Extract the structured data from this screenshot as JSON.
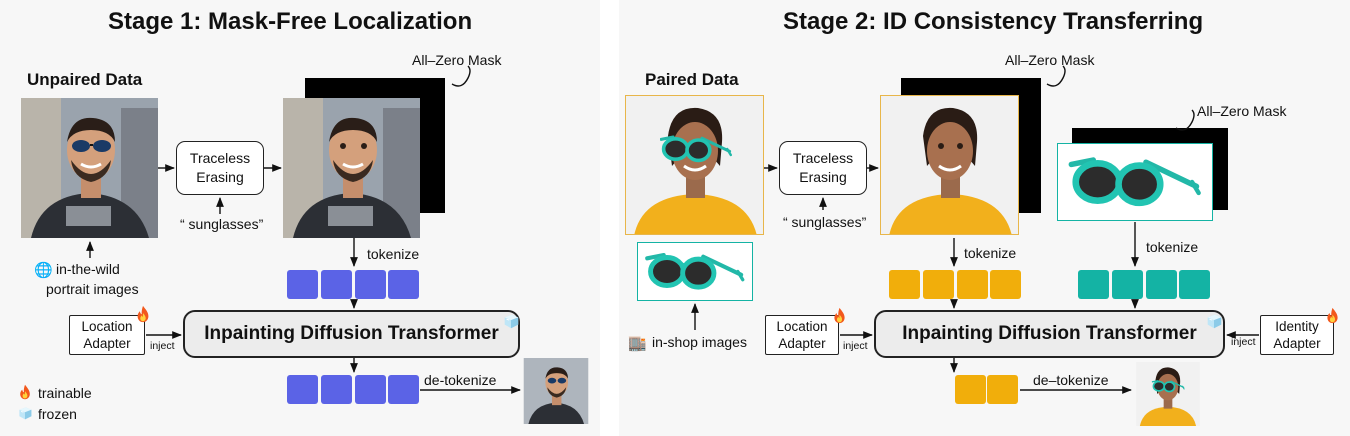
{
  "stage1": {
    "title": "Stage 1: Mask-Free Localization",
    "unpaired": "Unpaired Data",
    "mask_label": "All–Zero Mask",
    "erasing": [
      "Traceless",
      "Erasing"
    ],
    "prompt": "“ sunglasses”",
    "tokenize": "tokenize",
    "wild": [
      "in-the-wild",
      "portrait images"
    ],
    "location_adapter": [
      "Location",
      "Adapter"
    ],
    "inject": "inject",
    "dit": "Inpainting Diffusion Transformer",
    "detokenize": "de-tokenize",
    "legend_trainable": "trainable",
    "legend_frozen": "frozen"
  },
  "stage2": {
    "title": "Stage 2: ID Consistency Transferring",
    "paired": "Paired Data",
    "mask_label_1": "All–Zero Mask",
    "mask_label_2": "All–Zero Mask",
    "erasing": [
      "Traceless",
      "Erasing"
    ],
    "prompt": "“ sunglasses”",
    "tokenize_1": "tokenize",
    "tokenize_2": "tokenize",
    "inshop": "in-shop images",
    "location_adapter": [
      "Location",
      "Adapter"
    ],
    "identity_adapter": [
      "Identity",
      "Adapter"
    ],
    "inject_1": "inject",
    "inject_2": "inject",
    "dit": "Inpainting Diffusion Transformer",
    "detokenize": "de–tokenize"
  },
  "icons": [
    "fire-icon",
    "ice-cube-icon",
    "globe-icon",
    "building-icon",
    "sunglasses-icon",
    "portrait-photo"
  ],
  "colors": {
    "token_blue": "#5b63e6",
    "token_amber": "#f1ae0b",
    "token_teal": "#14b3a4",
    "panel_bg": "#f7f7f7",
    "photo_border": "#e8b64a"
  }
}
